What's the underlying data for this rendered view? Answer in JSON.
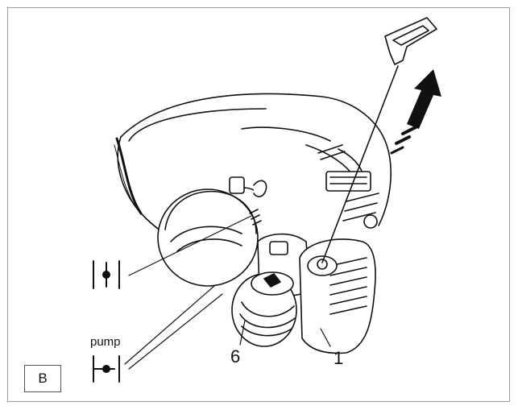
{
  "figure": {
    "label": "B"
  },
  "callouts": {
    "primer_bulb": "6",
    "starter_handle": "1",
    "pump_label": "pump"
  },
  "icons": {
    "choke_open": "choke-open-icon",
    "choke_pump": "pump-icon",
    "arrow": "pull-arrow-icon"
  },
  "colors": {
    "line": "#111111",
    "frame": "#9a9a9a",
    "background": "#ffffff"
  }
}
